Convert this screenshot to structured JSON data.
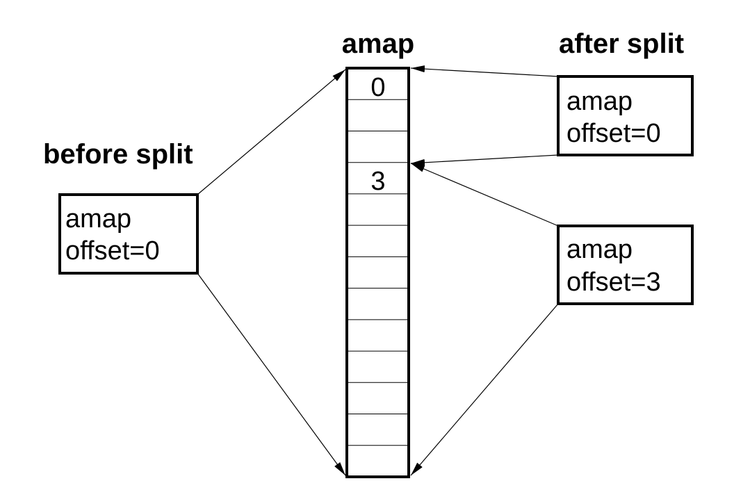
{
  "headings": {
    "amap": "amap",
    "before_split": "before split",
    "after_split": "after split"
  },
  "array": {
    "cell_count": 13,
    "labels": [
      {
        "index": 0,
        "text": "0"
      },
      {
        "index": 3,
        "text": "3"
      }
    ]
  },
  "boxes": {
    "before": {
      "line1": "amap",
      "line2": "offset=0"
    },
    "after_top": {
      "line1": "amap",
      "line2": "offset=0"
    },
    "after_bottom": {
      "line1": "amap",
      "line2": "offset=3"
    }
  }
}
